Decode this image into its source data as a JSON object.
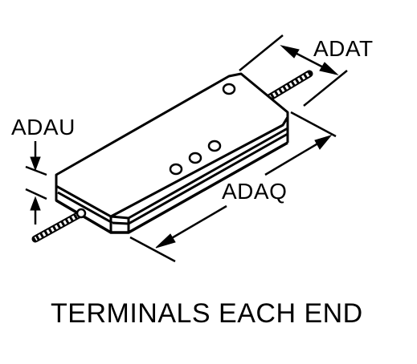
{
  "diagram": {
    "dimension_labels": {
      "width": "ADAT",
      "height": "ADAU",
      "length": "ADAQ"
    },
    "caption": "TERMINALS EACH END",
    "colors": {
      "ink": "#000000",
      "paper": "#ffffff"
    }
  }
}
